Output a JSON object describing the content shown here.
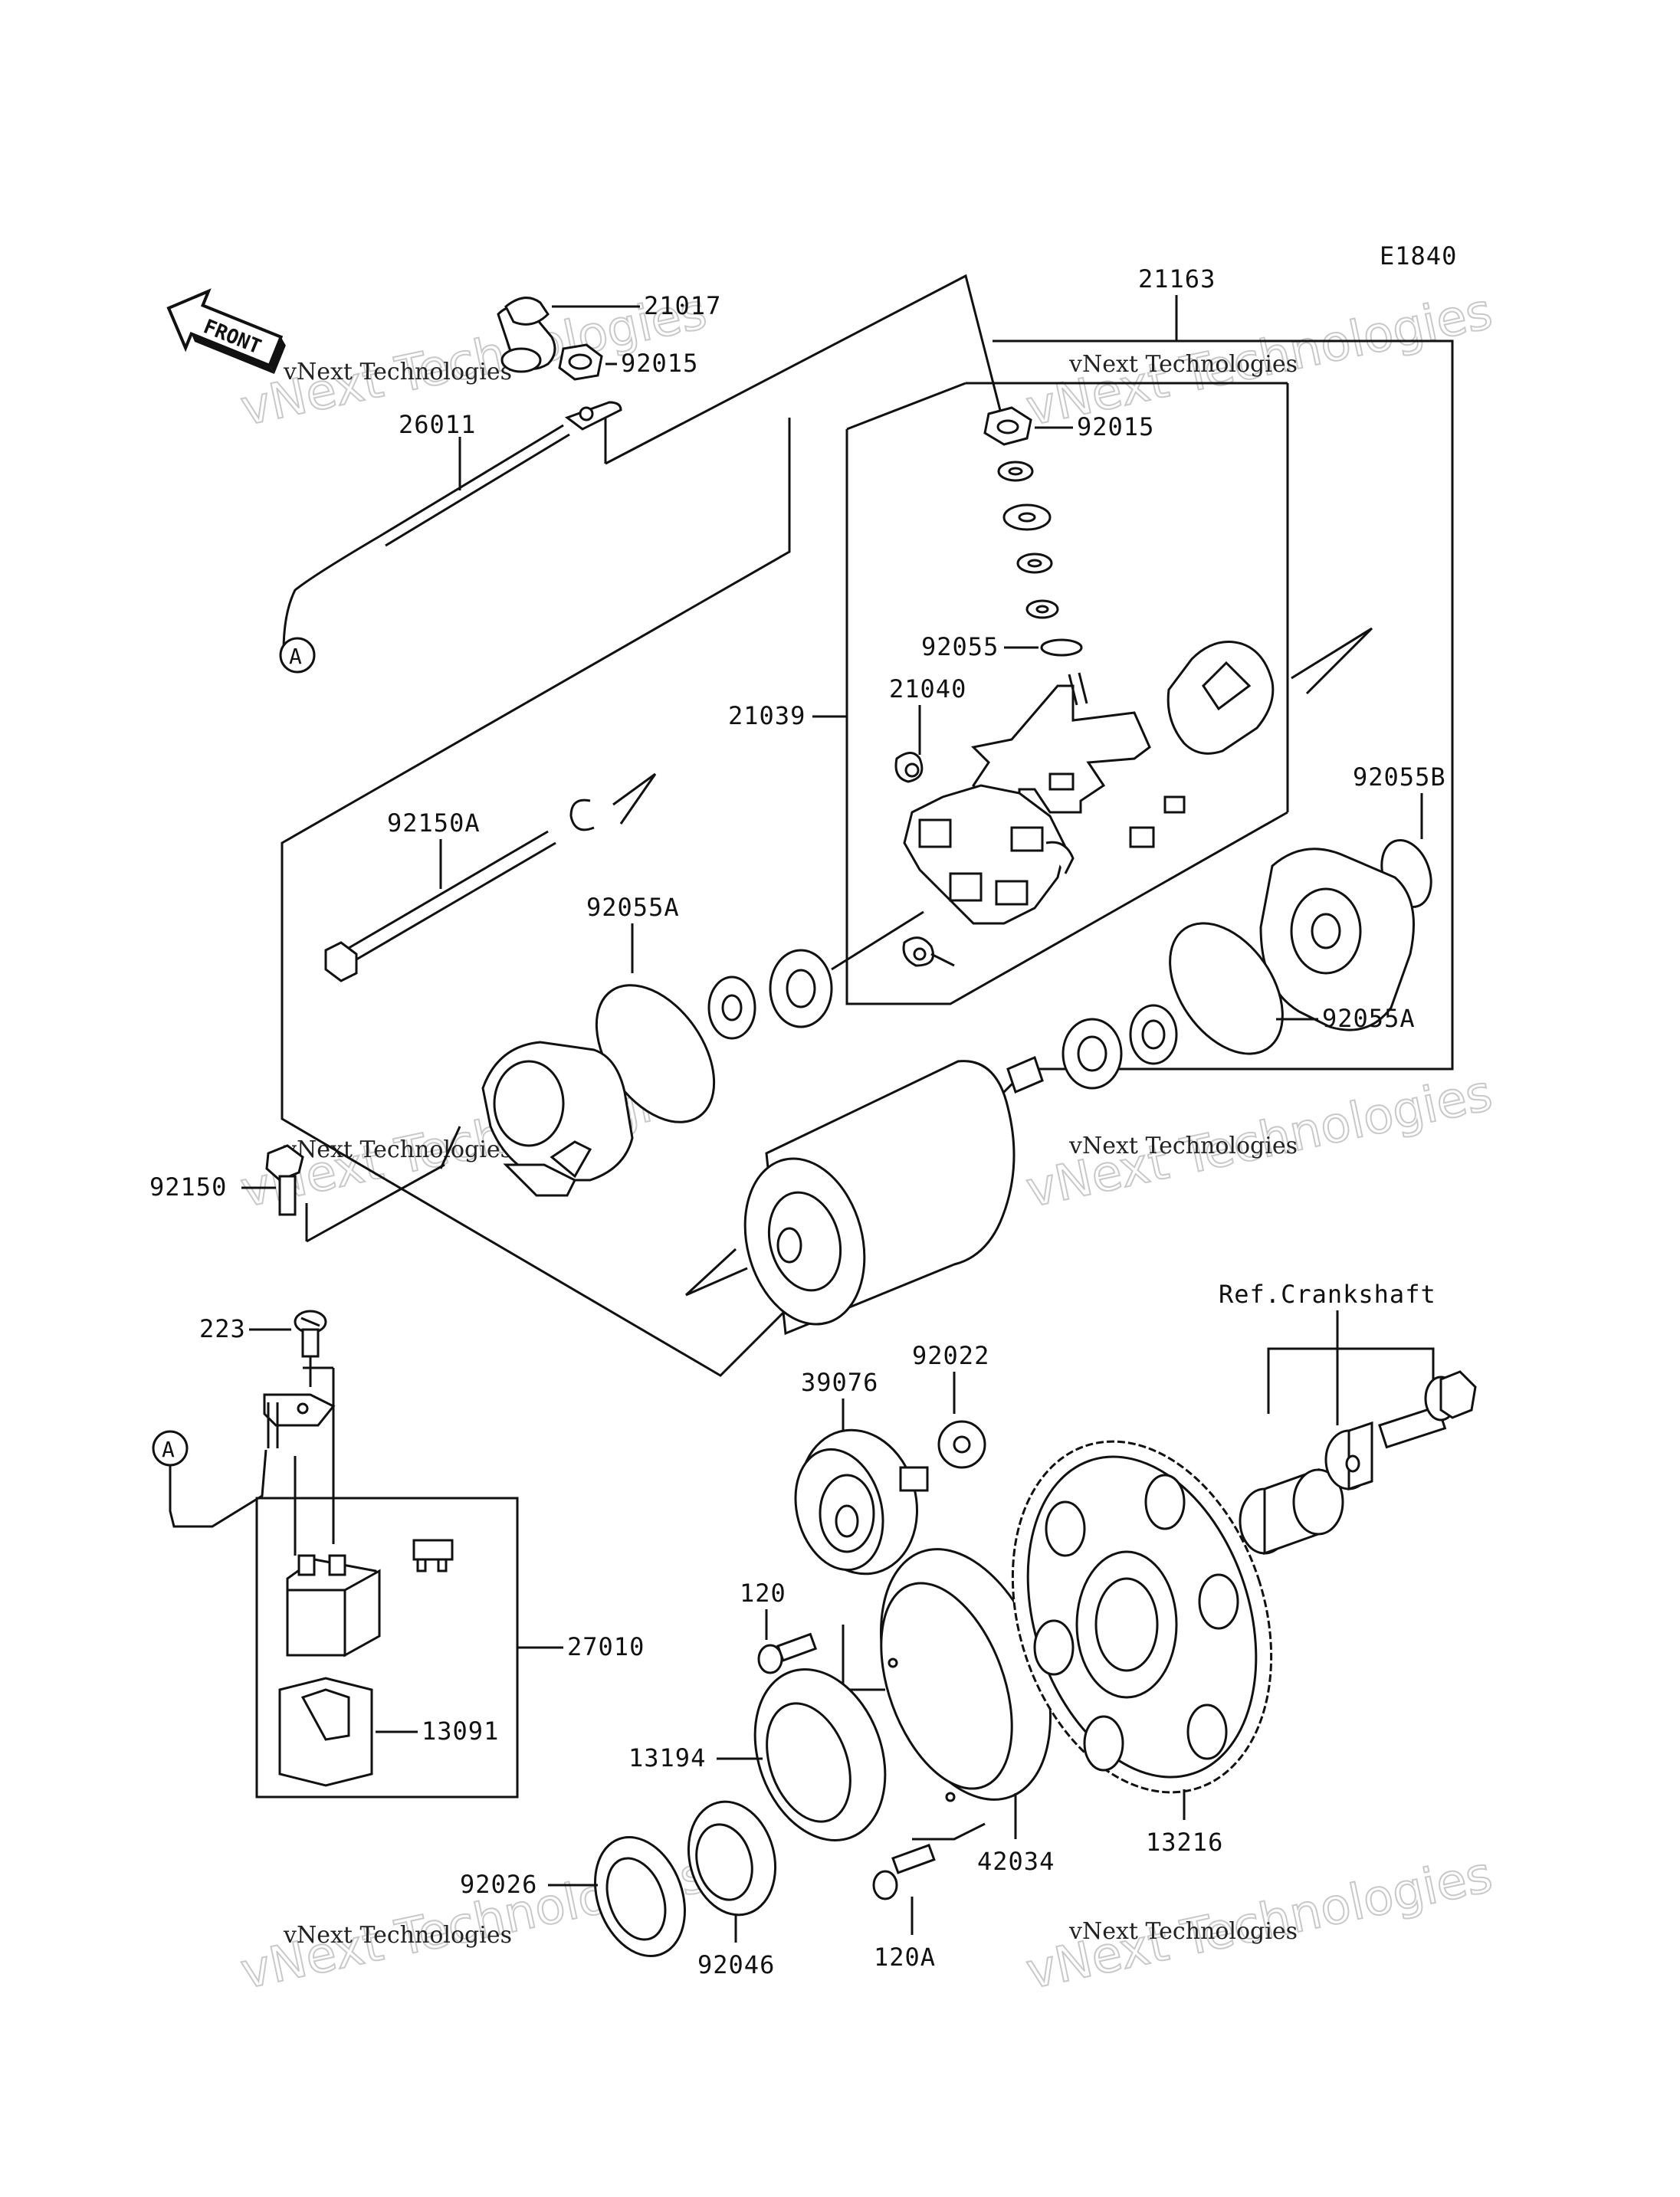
{
  "diagram_code": "E1840",
  "front_arrow_label": "FRONT",
  "ref_label": "Ref.Crankshaft",
  "connector_marker": "A",
  "watermark": {
    "big": "vNext Technologies",
    "small": "vNext Technologies"
  },
  "parts": {
    "p21017": "21017",
    "p92015_top": "92015",
    "p26011": "26011",
    "p21163": "21163",
    "p92015_mid": "92015",
    "p92055": "92055",
    "p21040": "21040",
    "p21039": "21039",
    "p92055B": "92055B",
    "p92150A": "92150A",
    "p92055A_left": "92055A",
    "p92055A_right": "92055A",
    "p92150": "92150",
    "p223": "223",
    "p27010": "27010",
    "p13091": "13091",
    "p39076": "39076",
    "p92022": "92022",
    "p120": "120",
    "p13194": "13194",
    "p42034": "42034",
    "p13216": "13216",
    "p92026": "92026",
    "p92046": "92046",
    "p120A": "120A"
  }
}
